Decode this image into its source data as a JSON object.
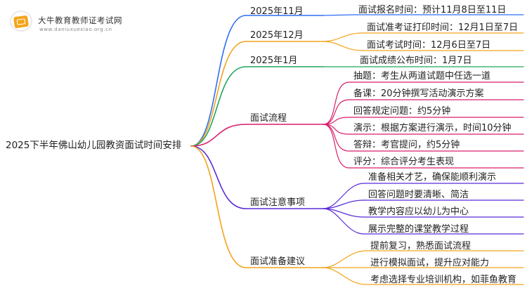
{
  "logo": {
    "icon": "graduation-book-icon",
    "name": "大牛教育教师证考试网",
    "url": "www.daniuxuexiao.org.cn"
  },
  "root": "2025下半年佛山幼儿园教资面试时间安排",
  "branches": [
    {
      "label": "2025年11月",
      "color": "#2f6df6",
      "items": [
        "面试报名时间：预计11月8日至11日"
      ]
    },
    {
      "label": "2025年12月",
      "color": "#f2a31b",
      "items": [
        "面试准考证打印时间：12月1日至7日",
        "面试考试时间：12月6日至7日"
      ]
    },
    {
      "label": "2025年1月",
      "color": "#1fa65a",
      "items": [
        "面试成绩公布时间：1月7日"
      ]
    },
    {
      "label": "面试流程",
      "color": "#d81e6b",
      "items": [
        "抽题：考生从两道试题中任选一道",
        "备课：20分钟撰写活动演示方案",
        "回答规定问题：约5分钟",
        "演示：根据方案进行演示，时间10分钟",
        "答辩：考官提问，约5分钟",
        "评分：综合评分考生表现"
      ]
    },
    {
      "label": "面试注意事项",
      "color": "#5b2bd9",
      "items": [
        "准备相关才艺，确保能顺利演示",
        "回答问题时要清晰、简洁",
        "教学内容应以幼儿为中心",
        "展示完整的课堂教学过程"
      ]
    },
    {
      "label": "面试准备建议",
      "color": "#f2a31b",
      "items": [
        "提前复习，熟悉面试流程",
        "进行模拟面试，提升应对能力",
        "考虑选择专业培训机构，如菲鱼教育"
      ]
    }
  ]
}
